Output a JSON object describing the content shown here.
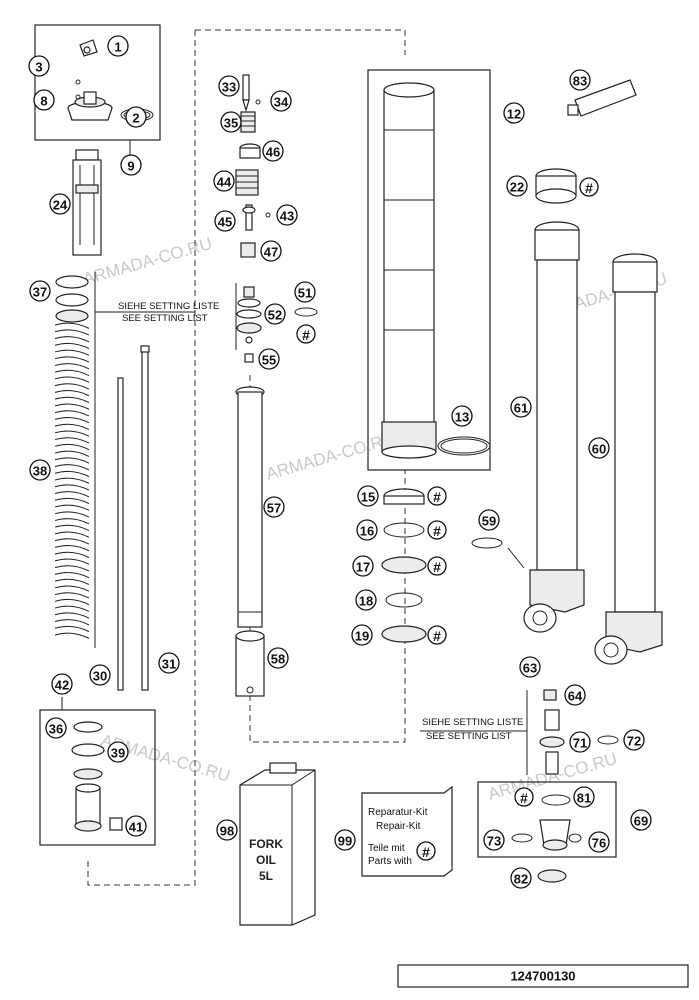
{
  "callouts": [
    "1",
    "2",
    "3",
    "8",
    "9",
    "24",
    "37",
    "38",
    "30",
    "31",
    "42",
    "36",
    "39",
    "41",
    "33",
    "34",
    "35",
    "46",
    "44",
    "45",
    "43",
    "47",
    "51",
    "52",
    "55",
    "57",
    "58",
    "12",
    "13",
    "15",
    "16",
    "17",
    "18",
    "19",
    "59",
    "61",
    "60",
    "22",
    "83",
    "63",
    "64",
    "71",
    "72",
    "81",
    "69",
    "73",
    "76",
    "82",
    "98",
    "99"
  ],
  "hash_symbol": "#",
  "setting_note": {
    "de": "SIEHE SETTING LISTE",
    "en": "SEE SETTING LIST"
  },
  "repair_kit": {
    "line1": "Reparatur-Kit",
    "line2": "Repair-Kit",
    "line3": "Teile mit",
    "line4": "Parts with"
  },
  "oil_can": {
    "line1": "FORK",
    "line2": "OIL",
    "line3": "5L"
  },
  "watermark": "ARMADA-CO.RU",
  "document_number": "124700130",
  "colors": {
    "line": "#222222",
    "watermark": "#c9c9c9",
    "background": "#ffffff"
  }
}
